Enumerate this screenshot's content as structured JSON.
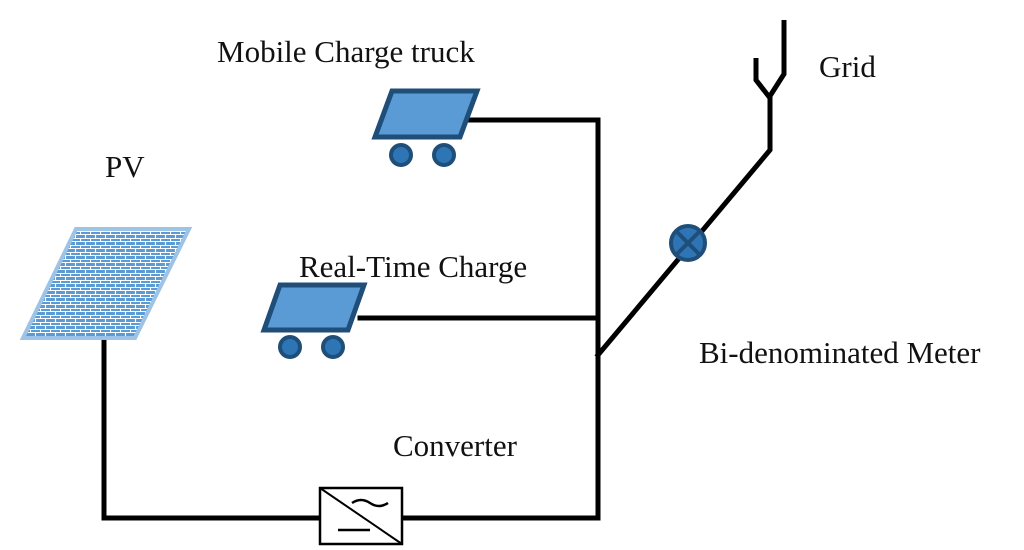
{
  "labels": {
    "mobile_truck": "Mobile Charge truck",
    "grid": "Grid",
    "pv": "PV",
    "real_time": "Real-Time Charge",
    "meter": "Bi-denominated Meter",
    "converter": "Converter"
  },
  "colors": {
    "wire": "#000000",
    "vehicle_fill": "#5b9bd5",
    "vehicle_stroke": "#1f4e79",
    "pv_fill": "#5b9bd5",
    "pv_grid": "#ffffff",
    "meter_fill": "#2e75b6",
    "meter_stroke": "#1f4e79"
  }
}
